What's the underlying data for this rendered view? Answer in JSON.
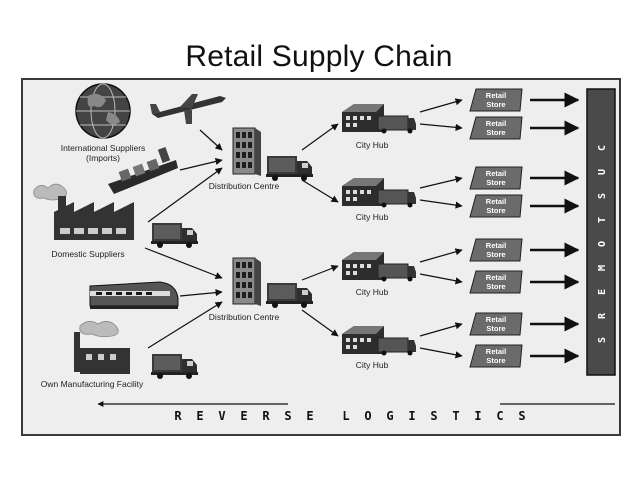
{
  "title": "Retail Supply Chain",
  "labels": {
    "international": [
      "International Suppliers",
      "(Imports)"
    ],
    "domestic": "Domestic Suppliers",
    "own_manufacturing": "Own Manufacturing Facility",
    "distribution_centre": "Distribution Centre",
    "city_hub": "City Hub",
    "retail_store": [
      "Retail",
      "Store"
    ],
    "customers": "CUSTOMERS",
    "reverse_logistics": "REVERSE LOGISTICS"
  },
  "colors": {
    "panel": "#eeeeee",
    "panel_border": "#3a3a3a",
    "store": "#6b6b6b",
    "customers_bar": "#4a4a4a",
    "arrow": "#111111"
  },
  "icons": {
    "globe": "globe-icon",
    "airplane": "airplane-icon",
    "ship": "cargo-ship-icon",
    "factory": "factory-icon",
    "train": "train-icon",
    "truck": "truck-icon",
    "warehouse": "warehouse-building-icon",
    "city_hub": "city-hub-building-icon"
  }
}
